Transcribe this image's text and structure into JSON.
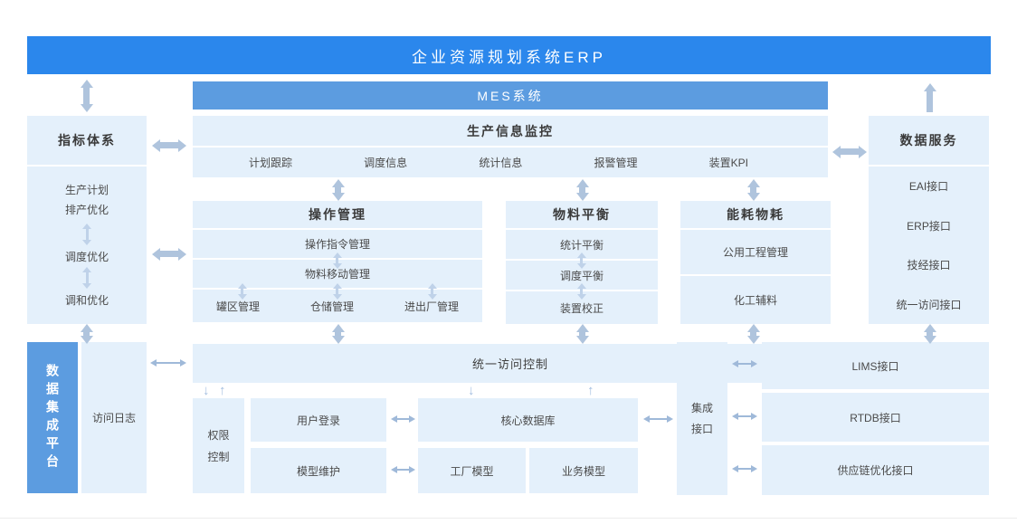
{
  "banners": {
    "erp": "企业资源规划系统ERP",
    "mes": "MES系统"
  },
  "kpi": {
    "header": "指标体系",
    "items": [
      "生产计划\n排产优化",
      "调度优化",
      "调和优化"
    ]
  },
  "monitor": {
    "header": "生产信息监控",
    "items": [
      "计划跟踪",
      "调度信息",
      "统计信息",
      "报警管理",
      "装置KPI"
    ]
  },
  "operation": {
    "header": "操作管理",
    "rows": [
      "操作指令管理",
      "物料移动管理"
    ],
    "bottom": [
      "罐区管理",
      "仓储管理",
      "进出厂管理"
    ]
  },
  "material": {
    "header": "物料平衡",
    "rows": [
      "统计平衡",
      "调度平衡",
      "装置校正"
    ]
  },
  "energy": {
    "header": "能耗物耗",
    "rows": [
      "公用工程管理",
      "化工辅料"
    ]
  },
  "dataservice": {
    "header": "数据服务",
    "items": [
      "EAI接口",
      "ERP接口",
      "技经接口",
      "统一访问接口"
    ]
  },
  "bottom": {
    "integration_platform": "数据集成平台",
    "access_log": "访问日志",
    "unified_access": "统一访问控制",
    "permission": "权限\n控制",
    "user_login": "用户登录",
    "model_maintain": "模型维护",
    "core_db": "核心数据库",
    "factory_model": "工厂模型",
    "business_model": "业务模型",
    "integration_interface": "集成\n接口",
    "lims": "LIMS接口",
    "rtdb": "RTDB接口",
    "scm": "供应链优化接口"
  },
  "colors": {
    "primary_blue": "#2B87EC",
    "secondary_blue": "#5C9CE0",
    "box_fill": "#E4F0FB",
    "arrow_thick": "#AFC4DD",
    "arrow_thin": "#9FB9D9"
  }
}
